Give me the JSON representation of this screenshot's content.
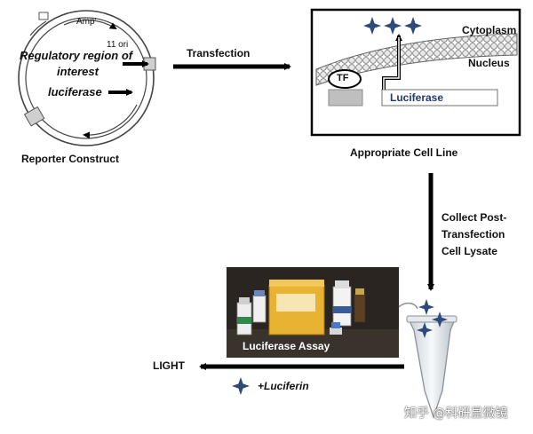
{
  "plasmid": {
    "amp_label": "Amp'",
    "ori_label": "11 ori",
    "regulatory_label_line1": "Regulatory region of",
    "regulatory_label_line2": "interest",
    "luciferase_label": "luciferase",
    "caption": "Reporter Construct"
  },
  "step_transfection": "Transfection",
  "cell": {
    "cytoplasm": "Cytoplasm",
    "nucleus": "Nucleus",
    "tf": "TF",
    "gene": "Luciferase",
    "caption": "Appropriate Cell Line"
  },
  "step_collect": {
    "line1": "Collect Post-",
    "line2": "Transfection",
    "line3": "Cell Lysate"
  },
  "assay": {
    "kit_label": "Luciferase Assay"
  },
  "output": {
    "light": "LIGHT",
    "luciferin": "+Luciferin"
  },
  "watermark": "知乎 @科研显微镜",
  "colors": {
    "star": "#2d4a78",
    "gene_text": "#1f3a6e",
    "membrane": "#9a9a9a",
    "box_gray": "#c8c8c8"
  }
}
